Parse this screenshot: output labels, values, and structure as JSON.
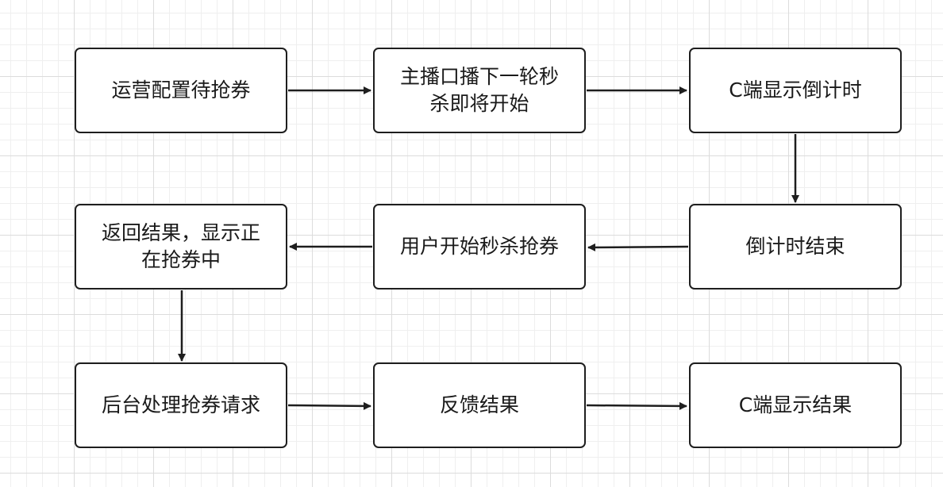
{
  "diagram": {
    "nodes": [
      {
        "id": "n1",
        "label": "运营配置待抢券"
      },
      {
        "id": "n2",
        "label": "主播口播下一轮秒杀即将开始"
      },
      {
        "id": "n3",
        "label": "C端显示倒计时"
      },
      {
        "id": "n4",
        "label": "倒计时结束"
      },
      {
        "id": "n5",
        "label": "用户开始秒杀抢券"
      },
      {
        "id": "n6",
        "label": "返回结果，显示正在抢券中"
      },
      {
        "id": "n7",
        "label": "后台处理抢券请求"
      },
      {
        "id": "n8",
        "label": "反馈结果"
      },
      {
        "id": "n9",
        "label": "C端显示结果"
      }
    ],
    "edges": [
      {
        "from": "n1",
        "to": "n2"
      },
      {
        "from": "n2",
        "to": "n3"
      },
      {
        "from": "n3",
        "to": "n4"
      },
      {
        "from": "n4",
        "to": "n5"
      },
      {
        "from": "n5",
        "to": "n6"
      },
      {
        "from": "n6",
        "to": "n7"
      },
      {
        "from": "n7",
        "to": "n8"
      },
      {
        "from": "n8",
        "to": "n9"
      }
    ],
    "colors": {
      "stroke": "#1e1e1e",
      "fill": "#ffffff",
      "text": "#1a1a1a"
    }
  }
}
